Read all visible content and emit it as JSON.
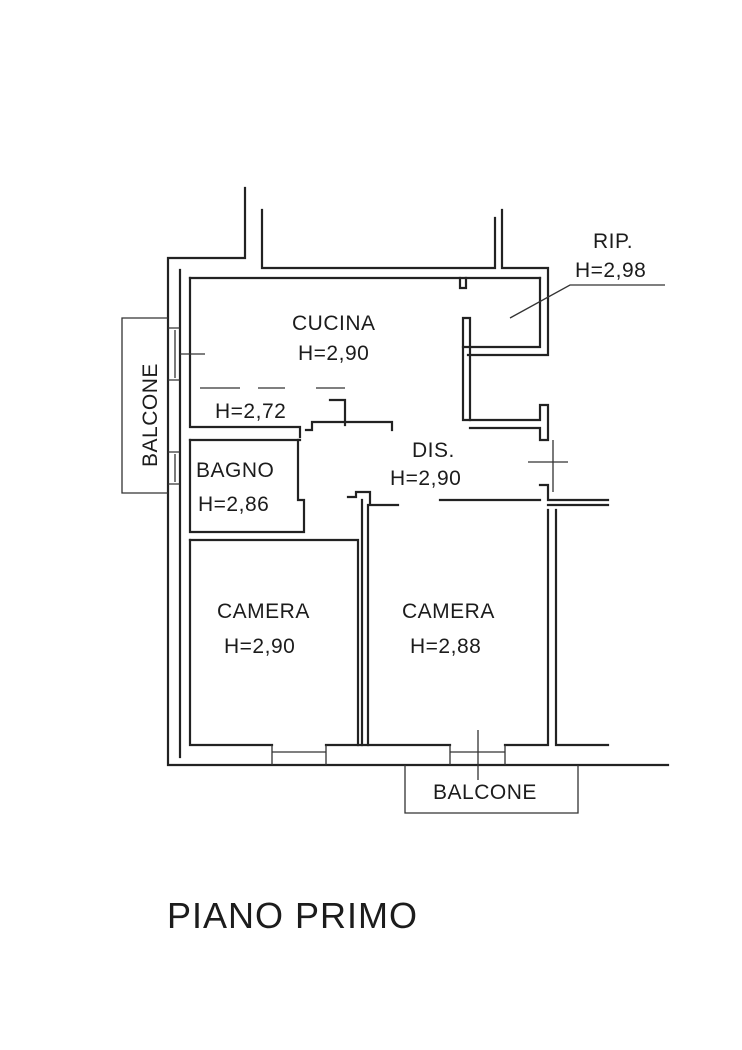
{
  "floor_title": "PIANO PRIMO",
  "rooms": {
    "cucina": {
      "name": "CUCINA",
      "height": "H=2,90"
    },
    "cucina_sub": {
      "height": "H=2,72"
    },
    "ripostiglio": {
      "name": "RIP.",
      "height": "H=2,98"
    },
    "disimpegno": {
      "name": "DIS.",
      "height": "H=2,90"
    },
    "bagno": {
      "name": "BAGNO",
      "height": "H=2,86"
    },
    "camera_1": {
      "name": "CAMERA",
      "height": "H=2,90"
    },
    "camera_2": {
      "name": "CAMERA",
      "height": "H=2,88"
    }
  },
  "balconies": {
    "west": "BALCONE",
    "south": "BALCONE"
  }
}
